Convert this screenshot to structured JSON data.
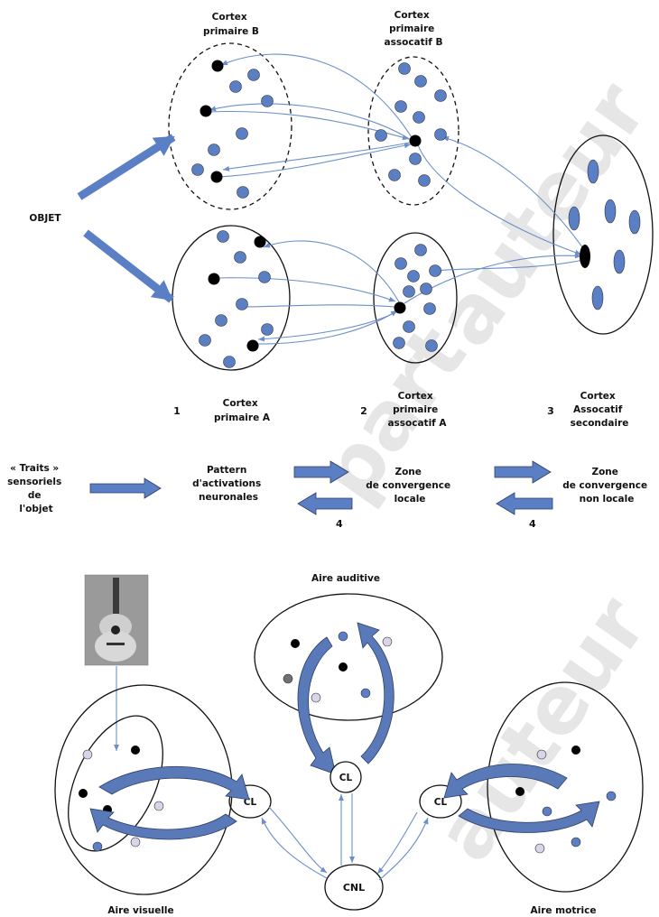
{
  "top_diagram": {
    "labels": {
      "cortex_primaire_b": [
        "Cortex",
        "primaire B"
      ],
      "cortex_assoc_b": [
        "Cortex",
        "primaire",
        "assocatif B"
      ],
      "objet": "OBJET",
      "cortex_primaire_a": [
        "Cortex",
        "primaire A"
      ],
      "cortex_assoc_a": [
        "Cortex",
        "primaire",
        "assocatif A"
      ],
      "cortex_assoc_secondaire": [
        "Cortex",
        "Assocatif",
        "secondaire"
      ]
    },
    "numbers": {
      "n1": "1",
      "n2": "2",
      "n3": "3"
    }
  },
  "flow": {
    "traits": [
      "« Traits »",
      "sensoriels",
      "de",
      "l'objet"
    ],
    "pattern": [
      "Pattern",
      "d'activations",
      "neuronales"
    ],
    "zone_locale": [
      "Zone",
      "de convergence",
      "locale"
    ],
    "zone_non_locale": [
      "Zone",
      "de convergence",
      "non locale"
    ],
    "back_label_1": "4",
    "back_label_2": "4"
  },
  "bottom_diagram": {
    "aire_auditive": "Aire auditive",
    "aire_visuelle": "Aire visuelle",
    "aire_motrice": "Aire motrice",
    "cl_left": "CL",
    "cl_center": "CL",
    "cl_right": "CL",
    "cnl": "CNL"
  },
  "watermark": [
    "part",
    "auteur",
    "auteur"
  ],
  "colors": {
    "node_blue": "#5b7fc4",
    "node_black": "#000000",
    "arrow_blue": "#6b8fc9",
    "block_arrow": "#5979b8"
  }
}
